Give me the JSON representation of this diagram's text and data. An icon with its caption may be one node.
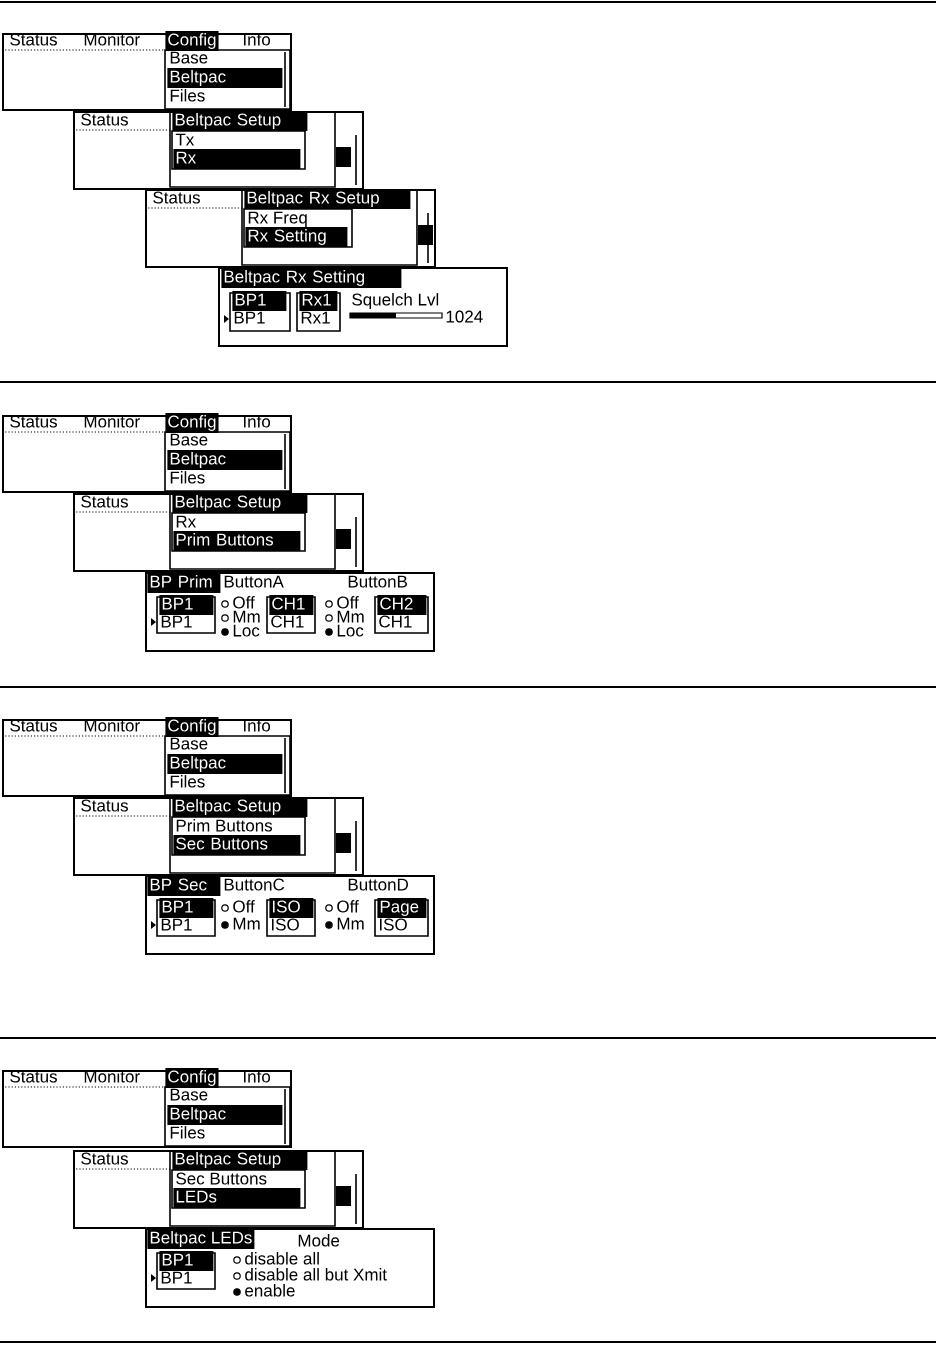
{
  "diagram": {
    "nodes": [
      {
        "text": [
          "Status",
          "Monitor",
          "Config",
          "Info",
          "Base",
          "Beltpac",
          "Files"
        ]
      },
      {
        "text": [
          "Status",
          "Beltpac Setup",
          "Tx",
          "Rx"
        ]
      },
      {
        "text": [
          "Status",
          "Beltpac Rx Setup",
          "Rx Freq",
          "Rx Setting"
        ]
      },
      {
        "text": [
          "Beltpac Rx Setting",
          "BP1",
          "BP1",
          "Rx1",
          "Rx1",
          "Squelch Lvl",
          "1024"
        ]
      },
      {
        "text": [
          "Status",
          "Monitor",
          "Config",
          "Info",
          "Base",
          "Beltpac",
          "Files"
        ]
      },
      {
        "text": [
          "Status",
          "Beltpac Setup",
          "Rx",
          "Prim Buttons"
        ]
      },
      {
        "text": [
          "BP Prim",
          "ButtonA",
          "ButtonB",
          "BP1",
          "BP1",
          "Off",
          "Mm",
          "Loc",
          "CH1",
          "CH1",
          "Off",
          "Mm",
          "Loc",
          "CH2",
          "CH1"
        ]
      },
      {
        "text": [
          "Status",
          "Monitor",
          "Config",
          "Info",
          "Base",
          "Beltpac",
          "Files"
        ]
      },
      {
        "text": [
          "Status",
          "Beltpac Setup",
          "Prim Buttons",
          "Sec Buttons"
        ]
      },
      {
        "text": [
          "BP Sec",
          "ButtonC",
          "ButtonD",
          "BP1",
          "BP1",
          "Off",
          "Mm",
          "ISO",
          "ISO",
          "Off",
          "Mm",
          "Page",
          "ISO"
        ]
      },
      {
        "text": [
          "Status",
          "Monitor",
          "Config",
          "Info",
          "Base",
          "Beltpac",
          "Files"
        ]
      },
      {
        "text": [
          "Status",
          "Beltpac Setup",
          "Sec Buttons",
          "LEDs"
        ]
      },
      {
        "text": [
          "Beltpac LEDs",
          "Mode",
          "BP1",
          "BP1",
          "disable all",
          "disable all but Xmit",
          "enable"
        ]
      }
    ]
  }
}
